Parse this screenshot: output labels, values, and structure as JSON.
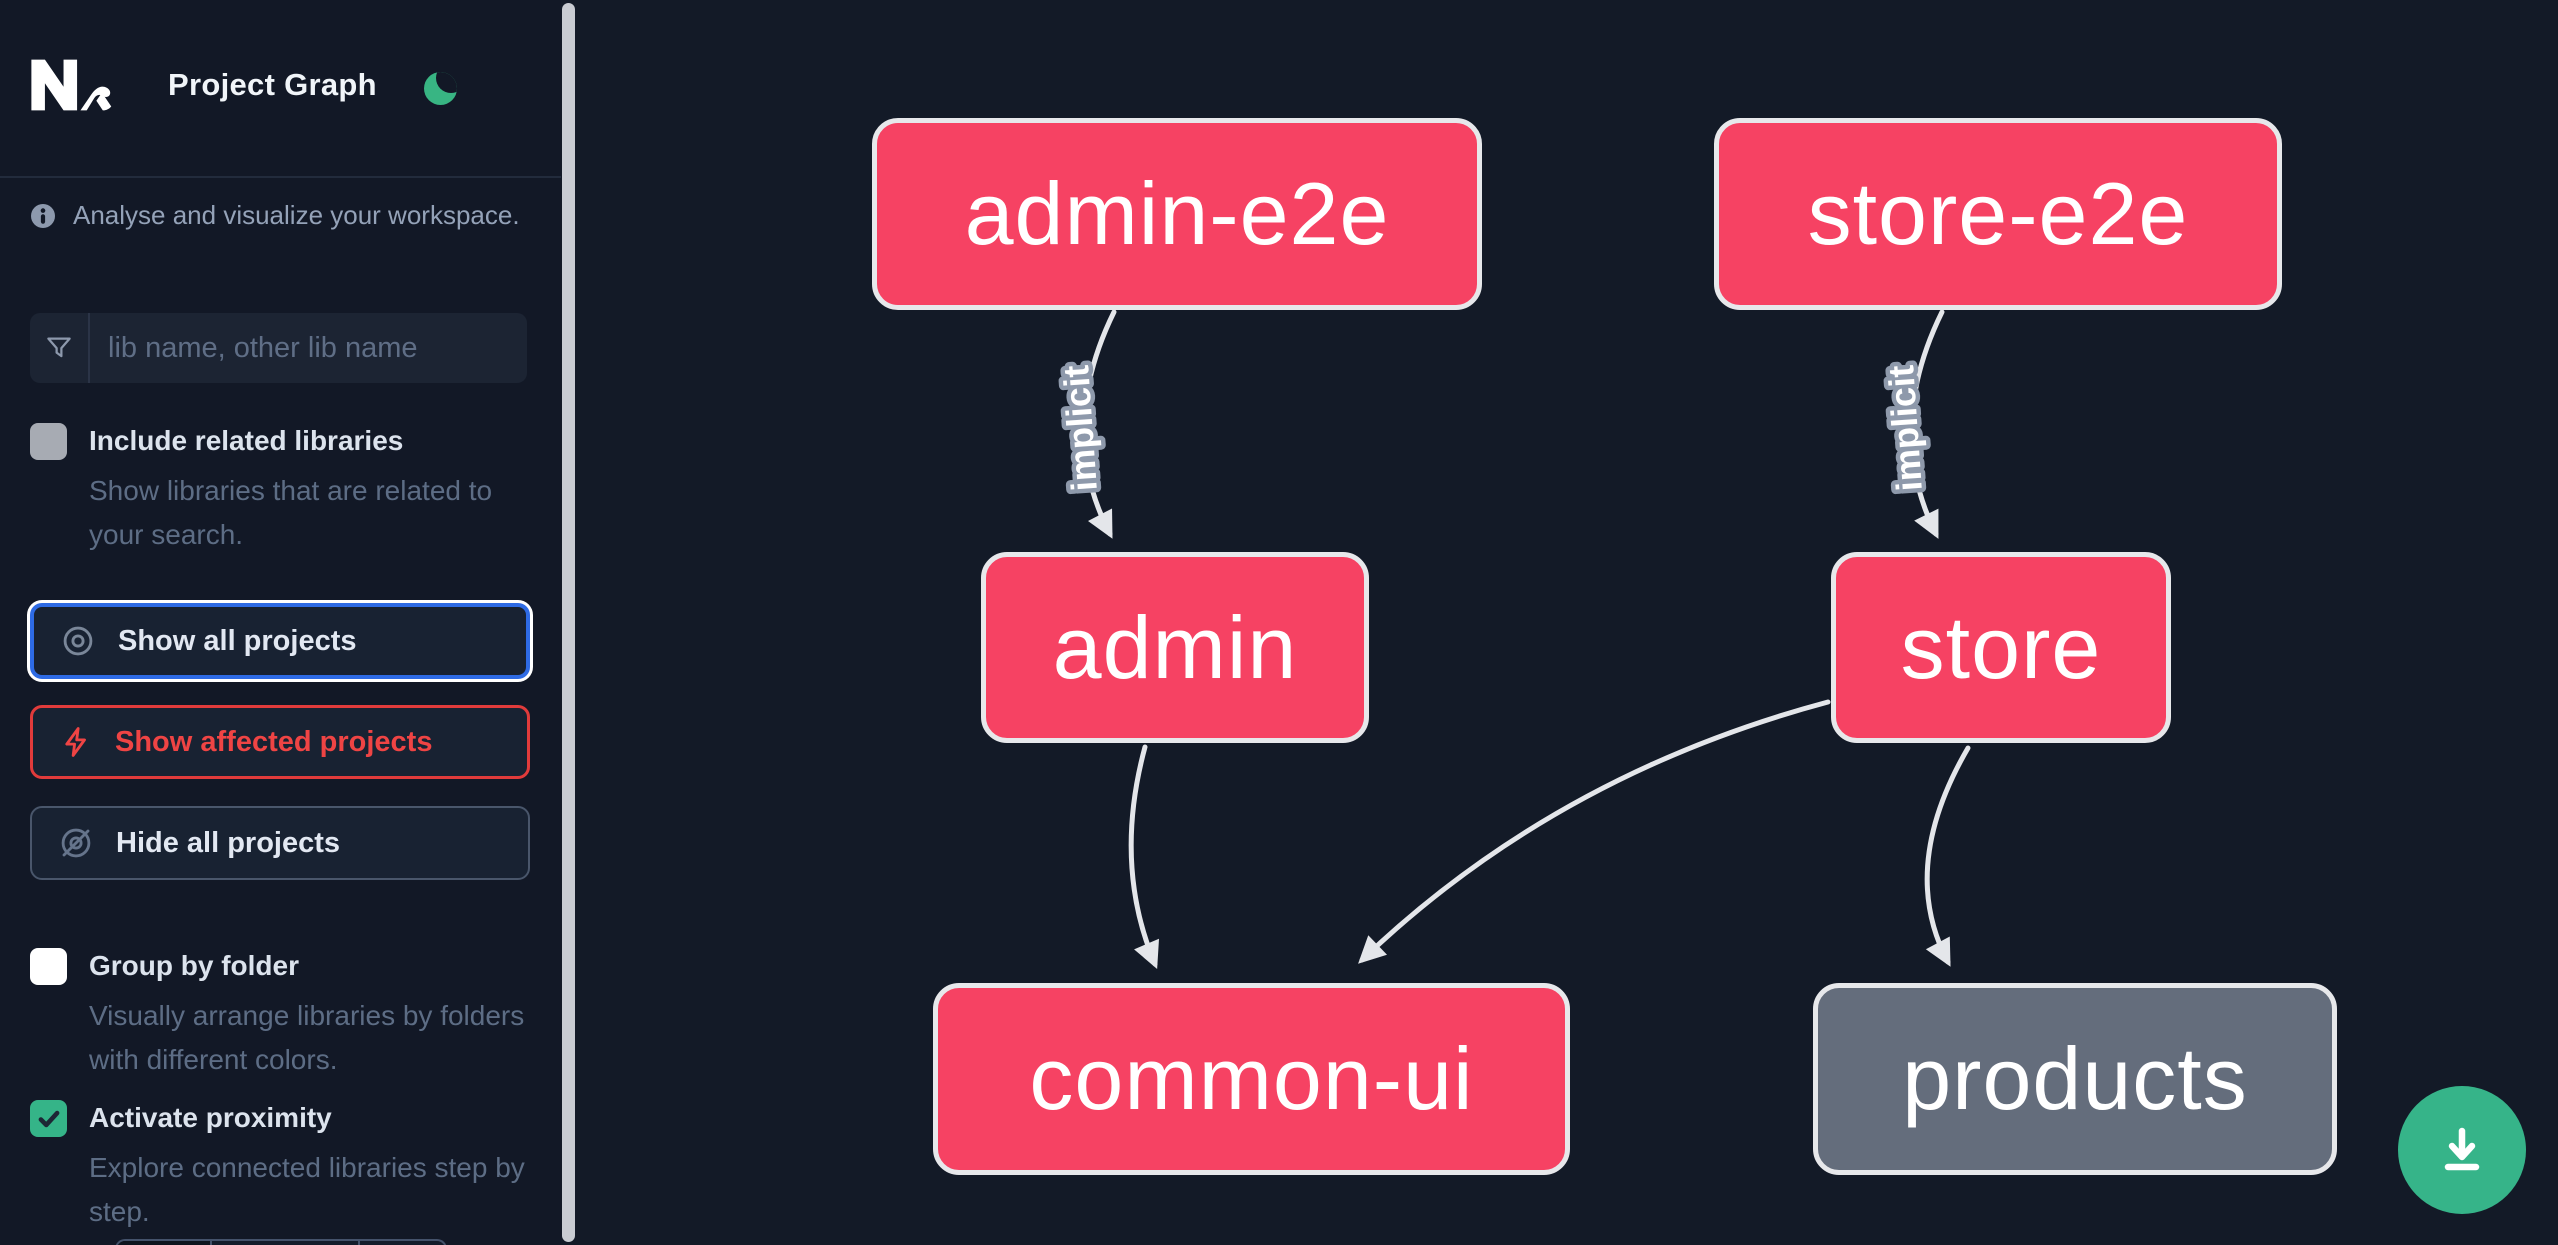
{
  "app": {
    "title": "Project Graph",
    "tagline": "Analyse and visualize your workspace."
  },
  "sidebar": {
    "search": {
      "placeholder": "lib name, other lib name"
    },
    "options": [
      {
        "label": "Include related libraries",
        "description": "Show libraries that are related to your search.",
        "checked": false
      },
      {
        "label": "Group by folder",
        "description": "Visually arrange libraries by folders with different colors.",
        "checked": false
      },
      {
        "label": "Activate proximity",
        "description": "Explore connected libraries step by step.",
        "checked": true
      }
    ],
    "actions": [
      {
        "label": "Show all projects",
        "state": "focused"
      },
      {
        "label": "Show affected projects",
        "state": "affected"
      },
      {
        "label": "Hide all projects",
        "state": "default"
      }
    ]
  },
  "graph": {
    "nodes": [
      {
        "id": "admin-e2e",
        "label": "admin-e2e",
        "kind": "highlighted"
      },
      {
        "id": "store-e2e",
        "label": "store-e2e",
        "kind": "highlighted"
      },
      {
        "id": "admin",
        "label": "admin",
        "kind": "highlighted"
      },
      {
        "id": "store",
        "label": "store",
        "kind": "highlighted"
      },
      {
        "id": "common-ui",
        "label": "common-ui",
        "kind": "highlighted"
      },
      {
        "id": "products",
        "label": "products",
        "kind": "muted"
      }
    ],
    "edges": [
      {
        "from": "admin-e2e",
        "to": "admin",
        "label": "implicit"
      },
      {
        "from": "store-e2e",
        "to": "store",
        "label": "implicit"
      },
      {
        "from": "admin",
        "to": "common-ui",
        "label": ""
      },
      {
        "from": "store",
        "to": "common-ui",
        "label": ""
      },
      {
        "from": "store",
        "to": "products",
        "label": ""
      }
    ]
  },
  "colors": {
    "node_pink": "#f64263",
    "node_muted": "#646d7c",
    "accent_green": "#36b489",
    "focus_blue": "#2e6be5",
    "danger_red": "#ef4444",
    "edge": "#e4e6ea",
    "sidebar_bg": "#121826",
    "canvas_bg": "#131a27"
  }
}
